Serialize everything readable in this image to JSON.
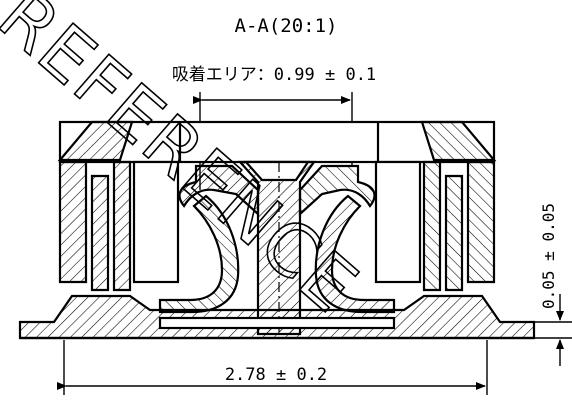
{
  "drawing": {
    "section_title": "A-A(20:1)",
    "suction_area": "吸着エリア：0.99 ± 0.1",
    "width_dim": "2.78 ± 0.2",
    "side_dim": "0.05 ± 0.05",
    "watermark": "REFERENCE"
  },
  "colors": {
    "line": "#000000",
    "watermark": "#000000",
    "background": "#ffffff"
  }
}
